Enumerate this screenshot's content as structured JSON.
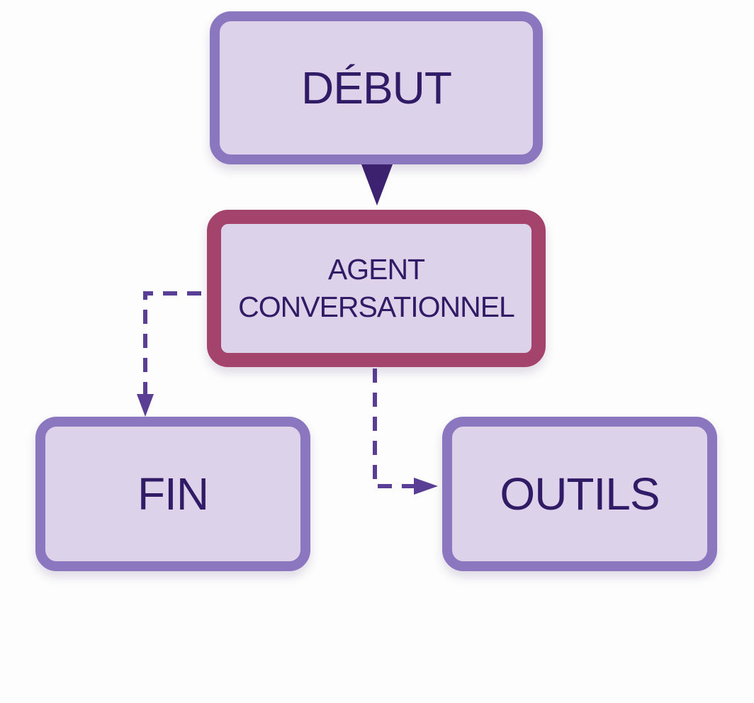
{
  "diagram": {
    "nodes": {
      "start": {
        "label": "DÉBUT"
      },
      "agent": {
        "label": "AGENT\nCONVERSATIONNEL"
      },
      "end": {
        "label": "FIN"
      },
      "tools": {
        "label": "OUTILS"
      }
    },
    "edges": [
      {
        "from": "start",
        "to": "agent",
        "style": "solid"
      },
      {
        "from": "agent",
        "to": "end",
        "style": "dashed"
      },
      {
        "from": "agent",
        "to": "tools",
        "style": "dashed"
      }
    ],
    "colors": {
      "node_fill": "#dcd3ea",
      "node_border": "#8b76c0",
      "agent_border": "#a4446c",
      "text": "#2f1b66",
      "connector": "#5a3e96",
      "arrowhead_solid": "#3c2270"
    }
  }
}
